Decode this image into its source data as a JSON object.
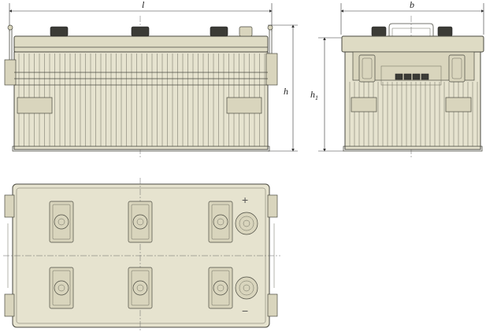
{
  "dimensions": {
    "length_label": "l",
    "width_label": "b",
    "height_label": "h",
    "height1_label": "h",
    "height1_subscript": "1"
  },
  "terminals": {
    "positive_sign": "+",
    "negative_sign": "−"
  },
  "colors": {
    "casing": "#e6e3cf",
    "outline": "#4a4a40",
    "cap": "#3b3b36"
  }
}
